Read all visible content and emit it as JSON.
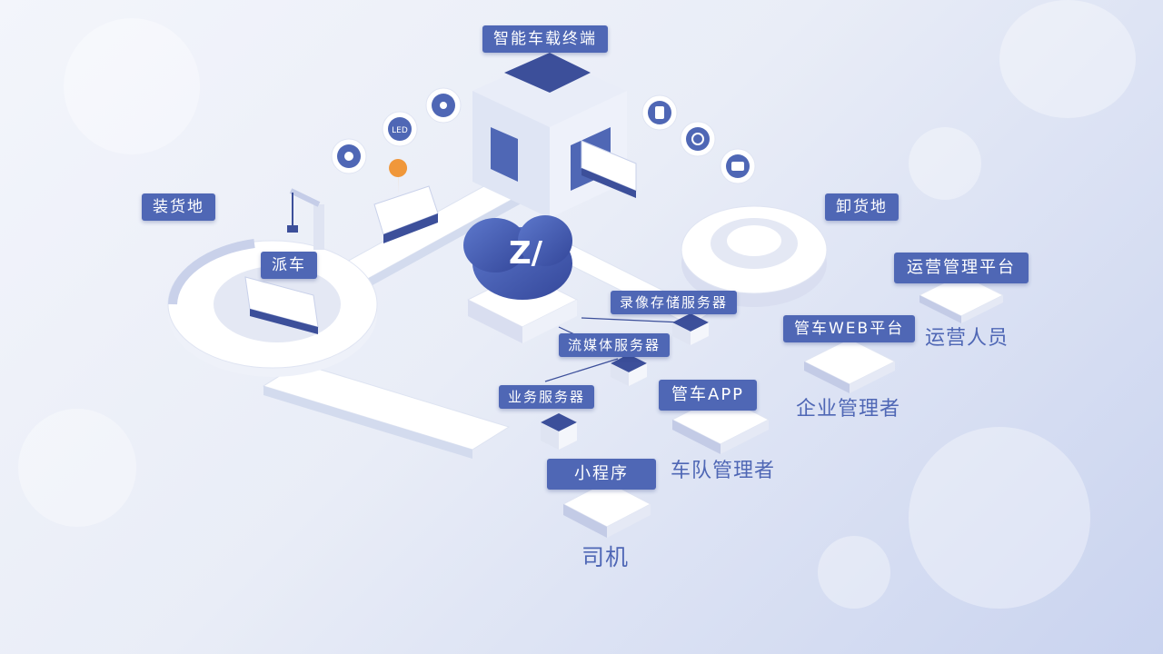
{
  "labels": {
    "terminal": "智能车载终端",
    "loading": "装货地",
    "unloading": "卸货地",
    "dispatch": "派车",
    "ops_platform": "运营管理平台",
    "web_platform": "管车WEB平台",
    "app": "管车APP",
    "mini_program": "小程序",
    "video_server": "录像存储服务器",
    "media_server": "流媒体服务器",
    "biz_server": "业务服务器"
  },
  "roles": {
    "ops_staff": "运营人员",
    "enterprise_manager": "企业管理者",
    "fleet_manager": "车队管理者",
    "driver": "司机"
  },
  "icons": [
    "camera-icon",
    "led-icon",
    "record-icon",
    "phone-icon",
    "tire-icon",
    "tank-icon"
  ],
  "colors": {
    "accent": "#4f67b5",
    "dark": "#3c4f9a",
    "light": "#ffffff"
  }
}
